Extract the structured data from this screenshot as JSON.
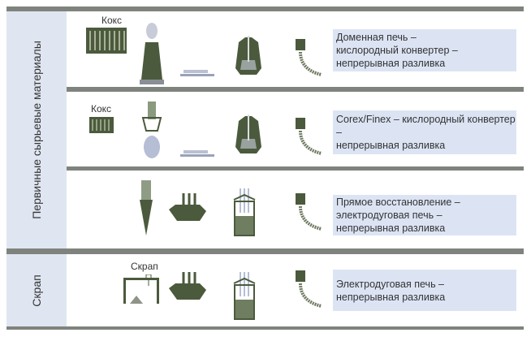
{
  "sidebar": {
    "primary_label": "Первичные сырьевые материалы",
    "scrap_label": "Скрап"
  },
  "rows": [
    {
      "input_label": "Кокс",
      "description": "Доменная печь –\nкислородный конвертер –\nнепрерывная разливка"
    },
    {
      "input_label": "Кокс",
      "description": "Corex/Finex – кислородный конвертер –\nнепрерывная разливка"
    },
    {
      "description": "Прямое восстановление –\nэлектродуговая печь –\nнепрерывная разливка"
    },
    {
      "input_label": "Скрап",
      "description": "Электродуговая печь –\nнепрерывная разливка"
    }
  ],
  "colors": {
    "equipment": "#4b5a3c",
    "desc_bg": "#dce4f4",
    "side_bg": "#dfe6f1",
    "bar": "#7f837d"
  }
}
